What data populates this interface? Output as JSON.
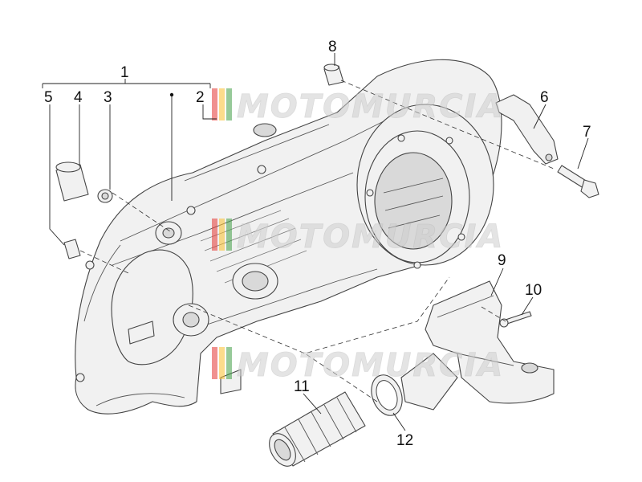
{
  "watermark": {
    "text": "MOTOMURCIA",
    "stripe_colors": [
      "#e53935",
      "#fbc02d",
      "#43a047"
    ]
  },
  "callouts": [
    {
      "id": "1",
      "label": "1"
    },
    {
      "id": "2",
      "label": "2"
    },
    {
      "id": "3",
      "label": "3"
    },
    {
      "id": "4",
      "label": "4"
    },
    {
      "id": "5",
      "label": "5"
    },
    {
      "id": "6",
      "label": "6"
    },
    {
      "id": "7",
      "label": "7"
    },
    {
      "id": "8",
      "label": "8"
    },
    {
      "id": "9",
      "label": "9"
    },
    {
      "id": "10",
      "label": "10"
    },
    {
      "id": "11",
      "label": "11"
    },
    {
      "id": "12",
      "label": "12"
    }
  ]
}
